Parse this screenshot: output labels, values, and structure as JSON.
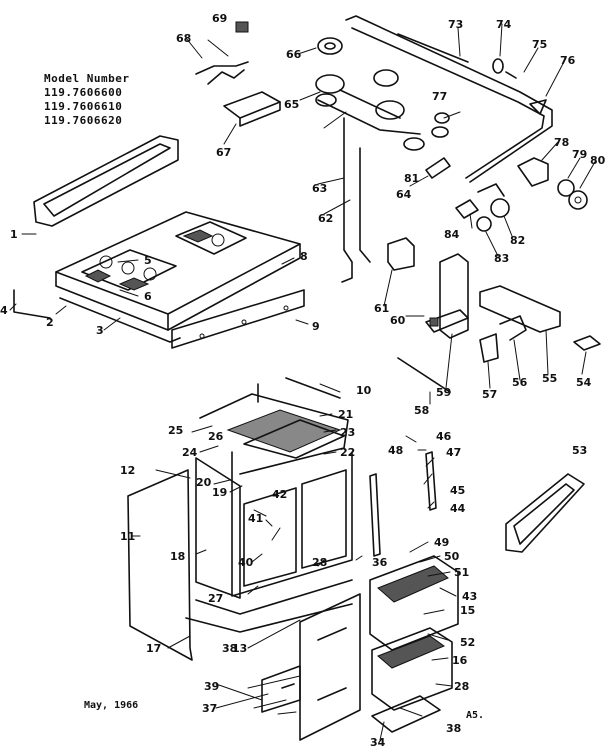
{
  "model_block": {
    "heading": "Model Number",
    "numbers": [
      "119.7606600",
      "119.7606610",
      "119.7606620"
    ]
  },
  "footer": {
    "date": "May, 1966",
    "page_code": "A5."
  },
  "callouts": [
    {
      "id": "c1",
      "text": "1"
    },
    {
      "id": "c2",
      "text": "2"
    },
    {
      "id": "c3",
      "text": "3"
    },
    {
      "id": "c4",
      "text": "4"
    },
    {
      "id": "c5",
      "text": "5"
    },
    {
      "id": "c6",
      "text": "6"
    },
    {
      "id": "c8",
      "text": "8"
    },
    {
      "id": "c9",
      "text": "9"
    },
    {
      "id": "c10",
      "text": "10"
    },
    {
      "id": "c11",
      "text": "11"
    },
    {
      "id": "c12",
      "text": "12"
    },
    {
      "id": "c13",
      "text": "13"
    },
    {
      "id": "c15",
      "text": "15"
    },
    {
      "id": "c16",
      "text": "16"
    },
    {
      "id": "c17",
      "text": "17"
    },
    {
      "id": "c18",
      "text": "18"
    },
    {
      "id": "c19",
      "text": "19"
    },
    {
      "id": "c20",
      "text": "20"
    },
    {
      "id": "c21",
      "text": "21"
    },
    {
      "id": "c22",
      "text": "22"
    },
    {
      "id": "c23",
      "text": "23"
    },
    {
      "id": "c24",
      "text": "24"
    },
    {
      "id": "c25",
      "text": "25"
    },
    {
      "id": "c26",
      "text": "26"
    },
    {
      "id": "c27",
      "text": "27"
    },
    {
      "id": "c28a",
      "text": "28"
    },
    {
      "id": "c28b",
      "text": "28"
    },
    {
      "id": "c34",
      "text": "34"
    },
    {
      "id": "c36",
      "text": "36"
    },
    {
      "id": "c37",
      "text": "37"
    },
    {
      "id": "c38a",
      "text": "38"
    },
    {
      "id": "c38b",
      "text": "38"
    },
    {
      "id": "c39",
      "text": "39"
    },
    {
      "id": "c40",
      "text": "40"
    },
    {
      "id": "c41",
      "text": "41"
    },
    {
      "id": "c42",
      "text": "42"
    },
    {
      "id": "c43",
      "text": "43"
    },
    {
      "id": "c44",
      "text": "44"
    },
    {
      "id": "c45",
      "text": "45"
    },
    {
      "id": "c46",
      "text": "46"
    },
    {
      "id": "c47",
      "text": "47"
    },
    {
      "id": "c48",
      "text": "48"
    },
    {
      "id": "c49",
      "text": "49"
    },
    {
      "id": "c50",
      "text": "50"
    },
    {
      "id": "c51",
      "text": "51"
    },
    {
      "id": "c52",
      "text": "52"
    },
    {
      "id": "c53",
      "text": "53"
    },
    {
      "id": "c54",
      "text": "54"
    },
    {
      "id": "c55",
      "text": "55"
    },
    {
      "id": "c56",
      "text": "56"
    },
    {
      "id": "c57",
      "text": "57"
    },
    {
      "id": "c58",
      "text": "58"
    },
    {
      "id": "c59",
      "text": "59"
    },
    {
      "id": "c60",
      "text": "60"
    },
    {
      "id": "c61",
      "text": "61"
    },
    {
      "id": "c62",
      "text": "62"
    },
    {
      "id": "c63",
      "text": "63"
    },
    {
      "id": "c64",
      "text": "64"
    },
    {
      "id": "c65",
      "text": "65"
    },
    {
      "id": "c66",
      "text": "66"
    },
    {
      "id": "c67",
      "text": "67"
    },
    {
      "id": "c68",
      "text": "68"
    },
    {
      "id": "c69",
      "text": "69"
    },
    {
      "id": "c73",
      "text": "73"
    },
    {
      "id": "c74",
      "text": "74"
    },
    {
      "id": "c75",
      "text": "75"
    },
    {
      "id": "c76",
      "text": "76"
    },
    {
      "id": "c77",
      "text": "77"
    },
    {
      "id": "c78",
      "text": "78"
    },
    {
      "id": "c79",
      "text": "79"
    },
    {
      "id": "c80",
      "text": "80"
    },
    {
      "id": "c81",
      "text": "81"
    },
    {
      "id": "c82",
      "text": "82"
    },
    {
      "id": "c83",
      "text": "83"
    },
    {
      "id": "c84",
      "text": "84"
    }
  ]
}
